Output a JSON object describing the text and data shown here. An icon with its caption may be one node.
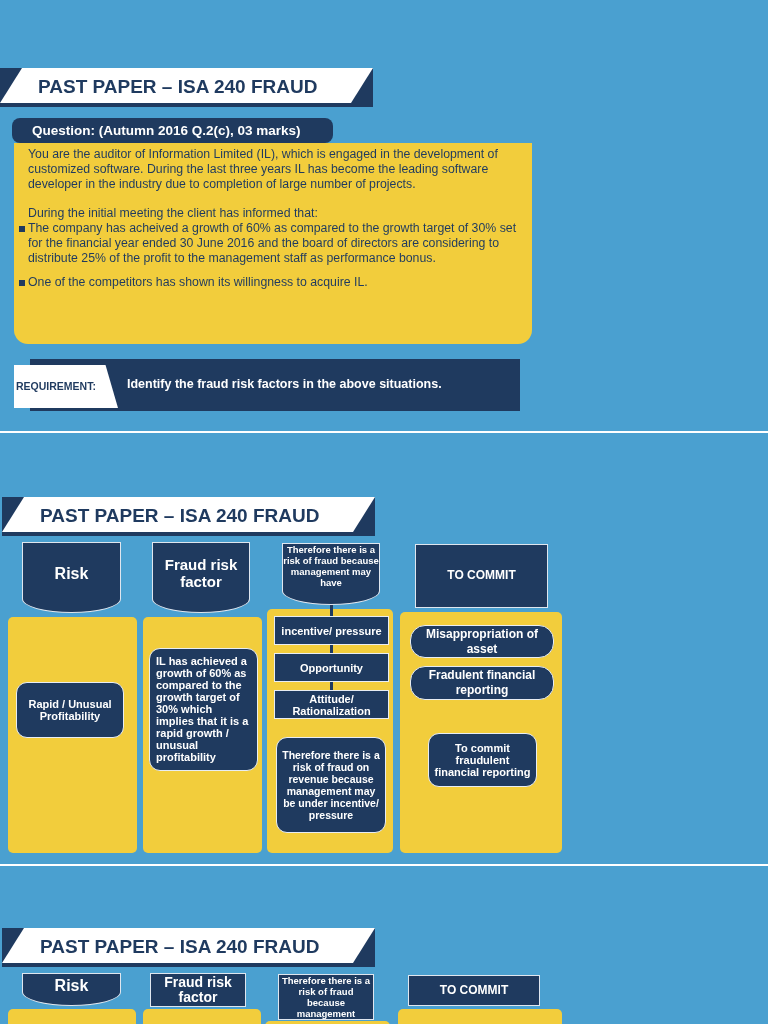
{
  "diagram": {
    "nodes": [
      {
        "text": [
          "PAST PAPER – ISA 240 FRAUD"
        ]
      },
      {
        "text": [
          "Question: (Autumn 2016 Q.2(c), 03 marks)"
        ]
      },
      {
        "text": [
          "You are the auditor of Information Limited (IL), which is engaged in the development of customized software. During the last three years IL has become the leading software developer in the industry due to completion of large number of projects.",
          "During the initial meeting the client has informed that:",
          "The company has acheived a growth of 60% as compared to the growth target of 30% set for the financial year ended 30 June 2016 and the board of directors are considering to distribute 25% of the profit to the management staff as performance bonus.",
          "One of the competitors has shown its willingness to acquire IL."
        ]
      },
      {
        "text": [
          "REQUIREMENT:",
          "Identify the fraud risk factors in the above situations."
        ]
      },
      {
        "text": [
          "PAST PAPER – ISA 240 FRAUD"
        ]
      },
      {
        "text": [],
        "shape": "box"
      },
      {
        "text": [
          "Risk"
        ]
      },
      {
        "text": [
          "Rapid / Unusual Profitability"
        ],
        "in": 5
      },
      {
        "text": [],
        "shape": "box"
      },
      {
        "text": [
          "Fraud risk factor"
        ]
      },
      {
        "text": [
          "IL has achieved a growth of 60% as compared to the growth target of 30% which implies that it is a rapid growth / unusual profitability"
        ],
        "in": 8
      },
      {
        "text": [],
        "shape": "box"
      },
      {
        "text": [
          "Therefore there is a risk of fraud because management may have"
        ]
      },
      {
        "text": [
          "incentive/ pressure"
        ],
        "in": 11
      },
      {
        "text": [
          "Opportunity"
        ],
        "in": 11
      },
      {
        "text": [
          "Attitude/ Rationalization"
        ],
        "in": 11
      },
      {
        "text": [
          "Therefore there is a risk of fraud on revenue because management may be under incentive/ pressure"
        ],
        "in": 11
      },
      {
        "text": [],
        "shape": "box"
      },
      {
        "text": [
          "TO COMMIT"
        ]
      },
      {
        "text": [
          "Misappropriation of asset"
        ],
        "in": 17
      },
      {
        "text": [
          "Fradulent financial reporting"
        ],
        "in": 17
      },
      {
        "text": [
          "To commit fraudulent financial reporting"
        ],
        "in": 17
      },
      {
        "text": [
          "PAST PAPER – ISA 240 FRAUD"
        ]
      },
      {
        "text": [],
        "shape": "box"
      },
      {
        "text": [
          "Risk"
        ]
      },
      {
        "text": [],
        "shape": "box"
      },
      {
        "text": [
          "Fraud risk factor"
        ]
      },
      {
        "text": [],
        "shape": "box"
      },
      {
        "text": [
          "Therefore there is a risk of fraud because management"
        ]
      },
      {
        "text": [],
        "shape": "box"
      },
      {
        "text": [
          "TO COMMIT"
        ]
      }
    ],
    "edges": [
      {
        "from": 12,
        "to": 13,
        "arrow": "none"
      },
      {
        "from": 13,
        "to": 14,
        "arrow": "none"
      },
      {
        "from": 14,
        "to": 15,
        "arrow": "none"
      }
    ]
  }
}
